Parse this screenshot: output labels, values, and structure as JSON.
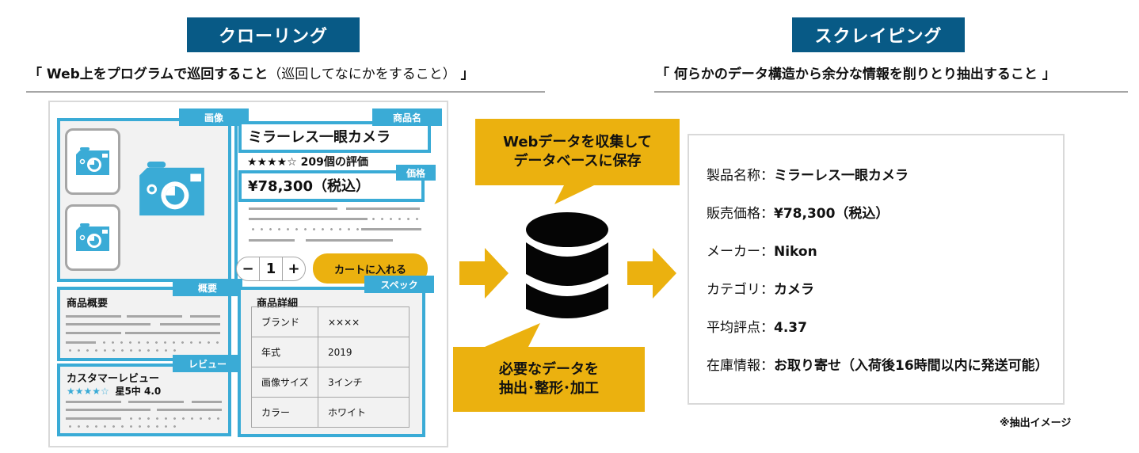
{
  "colors": {
    "header_bg": "#085a86",
    "accent_blue": "#3aabd6",
    "accent_yellow": "#ebb10f",
    "gray_line": "#a6a6a6",
    "panel_bg": "#f2f2f2"
  },
  "crawling": {
    "title": "クローリング",
    "subtitle_open": "「 ",
    "subtitle_bold": "Web上をプログラムで巡回すること",
    "subtitle_light": "（巡回してなにかをすること）",
    "subtitle_close": " 」"
  },
  "scraping": {
    "title": "スクレイピング",
    "subtitle": "「 何らかのデータ構造から余分な情報を削りとり抽出すること 」"
  },
  "product_page": {
    "tags": {
      "image": "画像",
      "product_name": "商品名",
      "price": "価格",
      "overview": "概要",
      "review": "レビュー",
      "spec": "スペック"
    },
    "product_name": "ミラーレス一眼カメラ",
    "stars": "★★★★☆",
    "rating_count": "209個の評価",
    "price": "¥78,300（税込）",
    "quantity": {
      "minus": "−",
      "value": "1",
      "plus": "+"
    },
    "cart_button": "カートに入れる",
    "overview_title": "商品概要",
    "review_title": "カスタマーレビュー",
    "review_stars": "★★★★☆",
    "review_score": "星5中 4.0",
    "spec_title": "商品詳細",
    "spec_rows": [
      {
        "key": "ブランド",
        "value": "××××"
      },
      {
        "key": "年式",
        "value": "2019"
      },
      {
        "key": "画像サイズ",
        "value": "3インチ"
      },
      {
        "key": "カラー",
        "value": "ホワイト"
      }
    ],
    "icons": [
      "camera-icon",
      "camera-icon",
      "camera-icon"
    ]
  },
  "middle": {
    "collect_callout": [
      "Webデータを収集して",
      "データベースに保存"
    ],
    "extract_callout": [
      "必要なデータを",
      "抽出･整形･加工"
    ],
    "icons": [
      "arrow-right-icon",
      "database-icon",
      "arrow-right-icon"
    ]
  },
  "result": {
    "rows": [
      {
        "label": "製品名称：",
        "value": "ミラーレス一眼カメラ"
      },
      {
        "label": "販売価格：",
        "value": "¥78,300（税込）"
      },
      {
        "label": "メーカー：",
        "value": "Nikon"
      },
      {
        "label": "カテゴリ：",
        "value": "カメラ"
      },
      {
        "label": "平均評点：",
        "value": "4.37"
      },
      {
        "label": "在庫情報：",
        "value": "お取り寄せ（入荷後16時間以内に発送可能）"
      }
    ],
    "note": "※抽出イメージ"
  }
}
